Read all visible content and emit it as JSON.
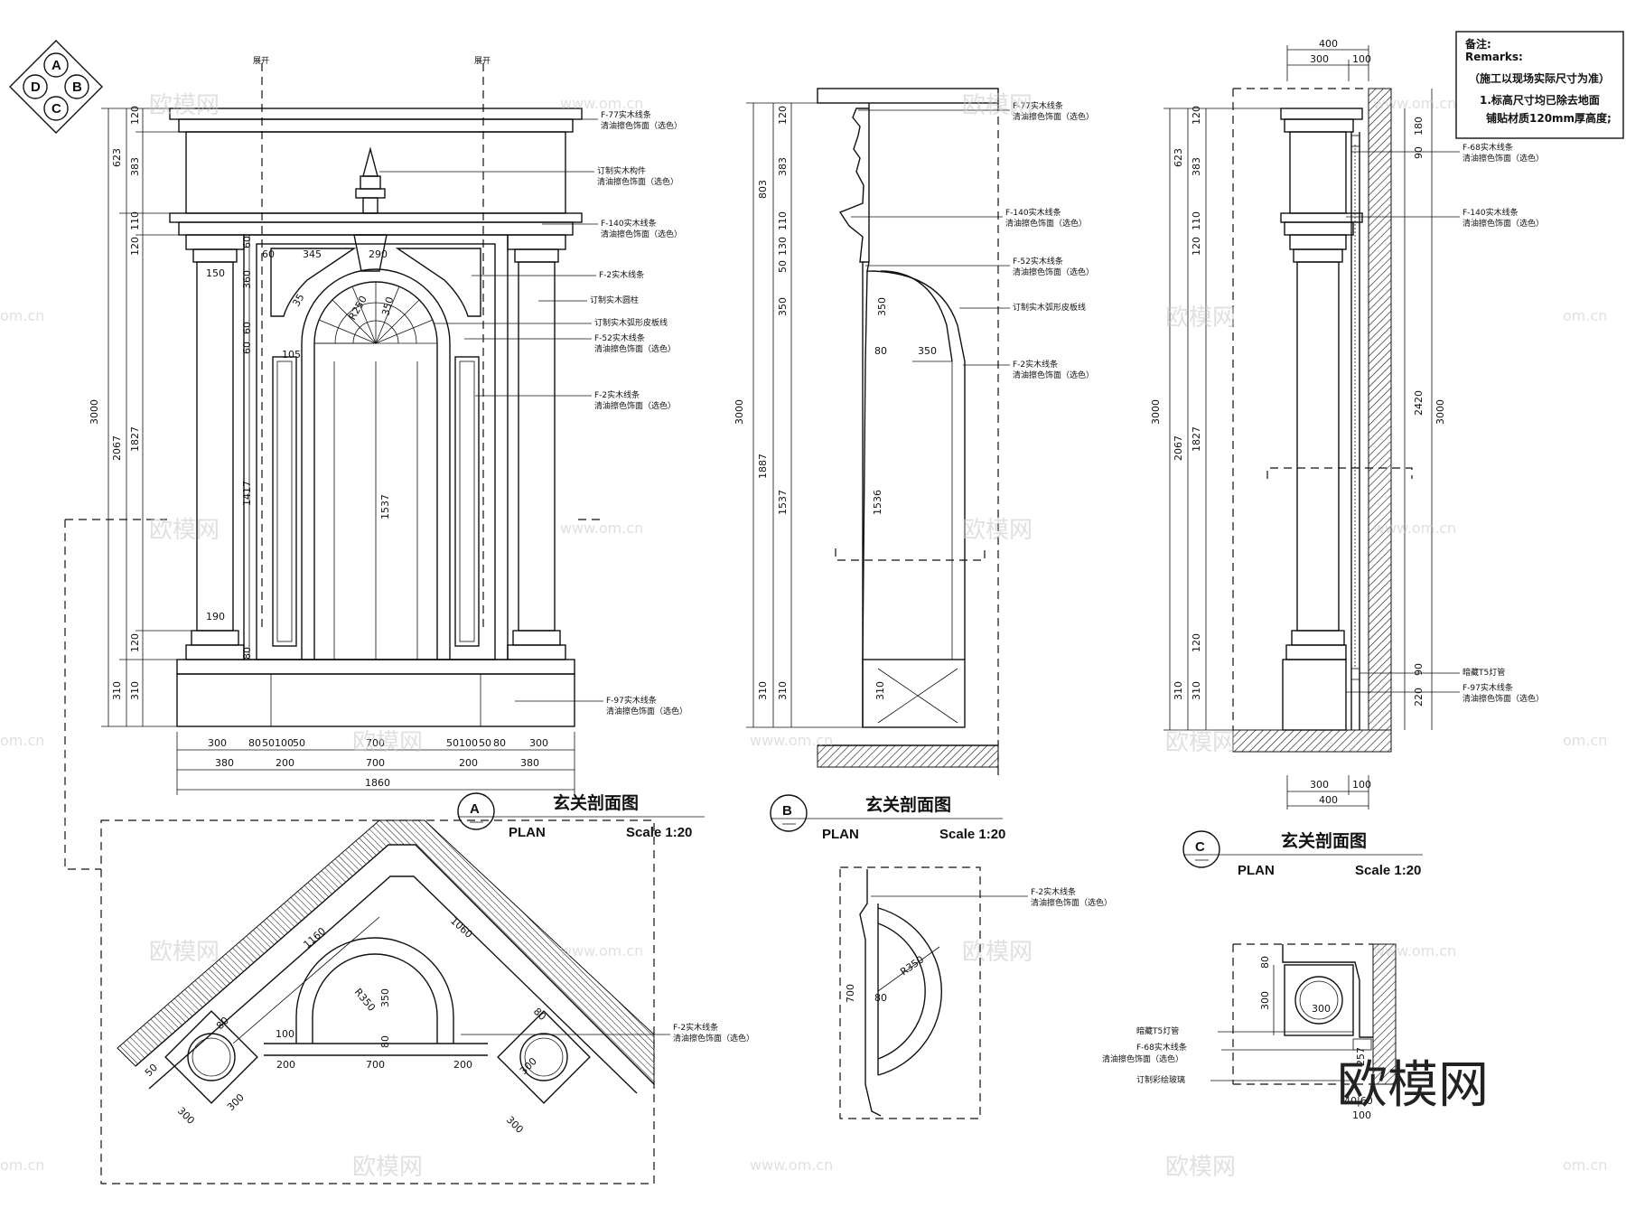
{
  "compass": {
    "letters": [
      "A",
      "B",
      "C",
      "D"
    ]
  },
  "tags": {
    "expand1": "展开",
    "expand2": "展开"
  },
  "views": [
    {
      "letter": "A",
      "title": "玄关剖面图",
      "plan": "PLAN",
      "scale": "Scale 1:20"
    },
    {
      "letter": "B",
      "title": "玄关剖面图",
      "plan": "PLAN",
      "scale": "Scale 1:20"
    },
    {
      "letter": "C",
      "title": "玄关剖面图",
      "plan": "PLAN",
      "scale": "Scale 1:20"
    }
  ],
  "remarks": {
    "head": "备注:",
    "head_en": "Remarks:",
    "line1": "（施工以现场实际尺寸为准）",
    "line2": "1.标高尺寸均已除去地面",
    "line3": "铺贴材质120mm厚高度;"
  },
  "notes_a": {
    "n1a": "F-77实木线条",
    "n1b": "清油擦色饰面（选色）",
    "n2a": "订制实木构件",
    "n2b": "清油擦色饰面（选色）",
    "n3a": "F-140实木线条",
    "n3b": "清油擦色饰面（选色）",
    "n4": "F-2实木线条",
    "n5": "订制实木圆柱",
    "n6": "订制实木弧形皮板线",
    "n7a": "F-52实木线条",
    "n7b": "清油擦色饰面（选色）",
    "n8a": "F-2实木线条",
    "n8b": "清油擦色饰面（选色）",
    "n9a": "F-97实木线条",
    "n9b": "清油擦色饰面（选色）"
  },
  "notes_b": {
    "n1a": "F-77实木线条",
    "n1b": "清油擦色饰面（选色）",
    "n2a": "F-140实木线条",
    "n2b": "清油擦色饰面（选色）",
    "n3a": "F-52实木线条",
    "n3b": "清油擦色饰面（选色）",
    "n4": "订制实木弧形皮板线",
    "n5a": "F-2实木线条",
    "n5b": "清油擦色饰面（选色）"
  },
  "notes_c": {
    "n1a": "F-68实木线条",
    "n1b": "清油擦色饰面（选色）",
    "n2a": "F-140实木线条",
    "n2b": "清油擦色饰面（选色）",
    "n3": "暗藏T5灯管",
    "n4a": "F-97实木线条",
    "n4b": "清油擦色饰面（选色）"
  },
  "notes_plan_a": {
    "a": "F-2实木线条",
    "b": "清油擦色饰面（选色）"
  },
  "notes_plan_b": {
    "a": "F-2实木线条",
    "b": "清油擦色饰面（选色）"
  },
  "notes_plan_c": {
    "n1": "暗藏T5灯管",
    "n2a": "F-68实木线条",
    "n2b": "清油擦色饰面（选色）",
    "n3": "订制彩绘玻璃"
  },
  "dims_a": {
    "d3000": "3000",
    "d623": "623",
    "d2067": "2067",
    "d310": "310",
    "d120a": "120",
    "d383": "383",
    "d110": "110",
    "d120b": "120",
    "d1827": "1827",
    "d120c": "120",
    "d310b": "310",
    "d60a": "60",
    "d360": "360",
    "d60b": "60",
    "d60c": "60",
    "d1417": "1417",
    "d80": "80",
    "d60h": "60",
    "d345": "345",
    "d290": "290",
    "d150": "150",
    "d105": "105",
    "d190": "190",
    "d1537": "1537",
    "b300a": "300",
    "b80a": "80",
    "b50a": "50",
    "b100a": "100",
    "b50b": "50",
    "b700": "700",
    "b50c": "50",
    "b100b": "100",
    "b50d": "50",
    "b80b": "80",
    "b300b": "300",
    "c380a": "380",
    "c200a": "200",
    "c700": "700",
    "c200b": "200",
    "c380b": "380",
    "total": "1860",
    "r250": "R250",
    "r350": "350",
    "r35": "35"
  },
  "dims_b": {
    "d3000": "3000",
    "d803": "803",
    "d1887": "1887",
    "d310": "310",
    "d120": "120",
    "d383": "383",
    "d110": "110",
    "d130": "130",
    "d50": "50",
    "d350": "350",
    "d1537": "1537",
    "d310b": "310",
    "d350h": "350",
    "d80h": "80",
    "d350v": "350",
    "d1536": "1536",
    "d310c": "310"
  },
  "dims_c": {
    "top400": "400",
    "top300": "300",
    "top100": "100",
    "d3000": "3000",
    "d623": "623",
    "d2067": "2067",
    "d310": "310",
    "d120a": "120",
    "d383": "383",
    "d110": "110",
    "d120b": "120",
    "d1827": "1827",
    "d120c": "120",
    "d310b": "310",
    "r180": "180",
    "r90a": "90",
    "r2420": "2420",
    "r3000": "3000",
    "r90b": "90",
    "r220": "220",
    "bot300": "300",
    "bot100": "100",
    "bot400": "400"
  },
  "dims_plan_a": {
    "d1160": "1160",
    "d1060": "1060",
    "d350": "350",
    "r350": "R350",
    "d80": "80",
    "d100": "100",
    "d200a": "200",
    "d700": "700",
    "d200b": "200",
    "d300a": "300",
    "d300b": "300",
    "d50": "50",
    "d80b": "80",
    "d80c": "80",
    "d300c": "300",
    "d300d": "300"
  },
  "dims_plan_b": {
    "d700": "700",
    "r350": "R350",
    "d80": "80"
  },
  "dims_plan_c": {
    "d80": "80",
    "d300": "300",
    "circle": "300",
    "d257": "257",
    "d4060": "40|60",
    "d100": "100"
  },
  "watermark": {
    "brand": "欧模网",
    "url": "www.om.cn",
    "url2": "om.cn",
    "big": "欧模网"
  }
}
